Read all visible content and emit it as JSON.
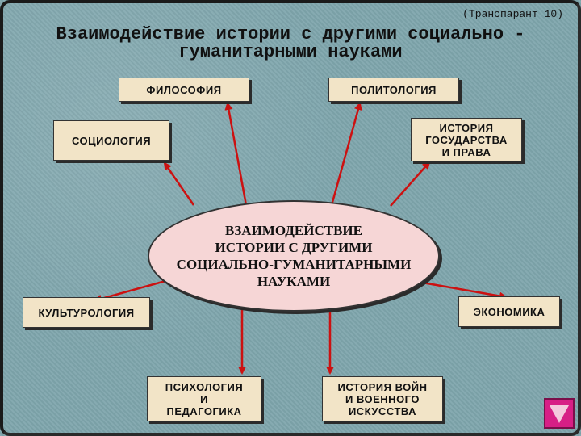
{
  "header": {
    "label": "(Транспарант 10)",
    "title_line1": "Взаимодействие истории с другими социально -",
    "title_line2": "гуманитарными науками"
  },
  "center": {
    "line1": "ВЗАИМОДЕЙСТВИЕ",
    "line2": "ИСТОРИИ С ДРУГИМИ",
    "line3": "СОЦИАЛЬНО-ГУМАНИТАРНЫМИ",
    "line4": "НАУКАМИ"
  },
  "nodes": {
    "philosophy": "ФИЛОСОФИЯ",
    "politology": "ПОЛИТОЛОГИЯ",
    "sociology": "СОЦИОЛОГИЯ",
    "history_state_1": "ИСТОРИЯ",
    "history_state_2": "ГОСУДАРСТВА",
    "history_state_3": "И ПРАВА",
    "culturology": "КУЛЬТУРОЛОГИЯ",
    "economics": "ЭКОНОМИКА",
    "psychology_1": "ПСИХОЛОГИЯ",
    "psychology_2": "И",
    "psychology_3": "ПЕДАГОГИКА",
    "war_history_1": "ИСТОРИЯ ВОЙН",
    "war_history_2": "И ВОЕННОГО",
    "war_history_3": "ИСКУССТВА"
  },
  "colors": {
    "background": "#7fa6ad",
    "box_fill": "#f2e4c7",
    "ellipse_fill": "#f6d6d6",
    "arrow": "#cc1111",
    "nav_button": "#d71f86"
  },
  "icons": {
    "nav": "triangle-down-icon"
  }
}
